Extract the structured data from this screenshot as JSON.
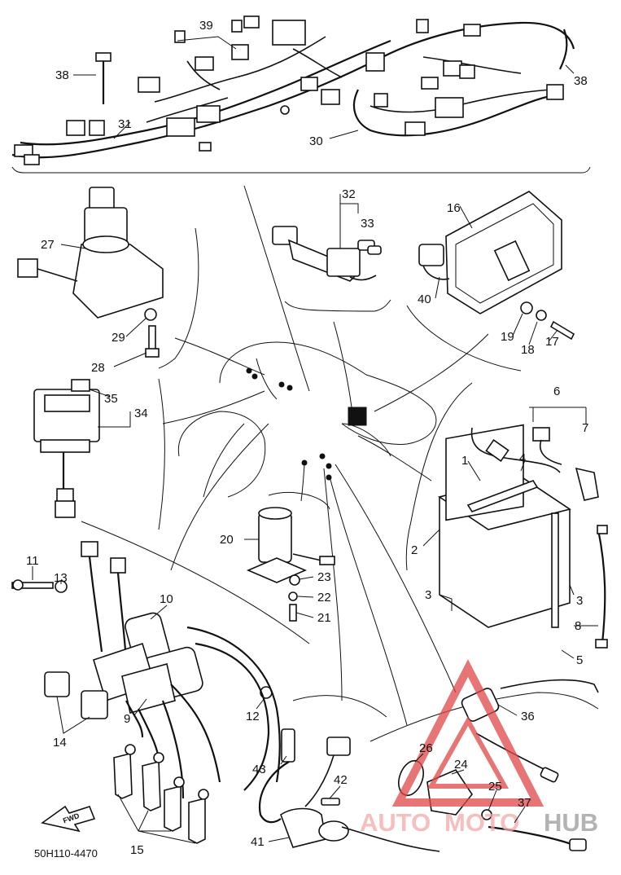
{
  "diagram": {
    "part_code": "50H110-4470",
    "forward_marker": "FWD",
    "callouts": [
      {
        "id": "c38a",
        "text": "38"
      },
      {
        "id": "c39",
        "text": "39"
      },
      {
        "id": "c38b",
        "text": "38"
      },
      {
        "id": "c31",
        "text": "31"
      },
      {
        "id": "c30",
        "text": "30"
      },
      {
        "id": "c32",
        "text": "32"
      },
      {
        "id": "c33",
        "text": "33"
      },
      {
        "id": "c16",
        "text": "16"
      },
      {
        "id": "c27",
        "text": "27"
      },
      {
        "id": "c40",
        "text": "40"
      },
      {
        "id": "c29",
        "text": "29"
      },
      {
        "id": "c19",
        "text": "19"
      },
      {
        "id": "c18",
        "text": "18"
      },
      {
        "id": "c17",
        "text": "17"
      },
      {
        "id": "c28",
        "text": "28"
      },
      {
        "id": "c6",
        "text": "6"
      },
      {
        "id": "c35",
        "text": "35"
      },
      {
        "id": "c34",
        "text": "34"
      },
      {
        "id": "c7",
        "text": "7"
      },
      {
        "id": "c4",
        "text": "4"
      },
      {
        "id": "c1",
        "text": "1"
      },
      {
        "id": "c20",
        "text": "20"
      },
      {
        "id": "c2",
        "text": "2"
      },
      {
        "id": "c11",
        "text": "11"
      },
      {
        "id": "c13",
        "text": "13"
      },
      {
        "id": "c23",
        "text": "23"
      },
      {
        "id": "c10",
        "text": "10"
      },
      {
        "id": "c22",
        "text": "22"
      },
      {
        "id": "c3a",
        "text": "3"
      },
      {
        "id": "c3b",
        "text": "3"
      },
      {
        "id": "c21",
        "text": "21"
      },
      {
        "id": "c8",
        "text": "8"
      },
      {
        "id": "c5",
        "text": "5"
      },
      {
        "id": "c9",
        "text": "9"
      },
      {
        "id": "c12",
        "text": "12"
      },
      {
        "id": "c14",
        "text": "14"
      },
      {
        "id": "c36",
        "text": "36"
      },
      {
        "id": "c26",
        "text": "26"
      },
      {
        "id": "c24",
        "text": "24"
      },
      {
        "id": "c43",
        "text": "43"
      },
      {
        "id": "c42",
        "text": "42"
      },
      {
        "id": "c25",
        "text": "25"
      },
      {
        "id": "c37",
        "text": "37"
      },
      {
        "id": "c41",
        "text": "41"
      },
      {
        "id": "c15",
        "text": "15"
      }
    ]
  },
  "watermark": {
    "text_part1": "AUTO",
    "text_part2": "MOTO",
    "text_part3": "HUB",
    "color_part1": "#f3a9a9",
    "color_part2": "#f3a9a9",
    "color_part3": "#9a9a9a",
    "triangle_color": "#e04848"
  }
}
